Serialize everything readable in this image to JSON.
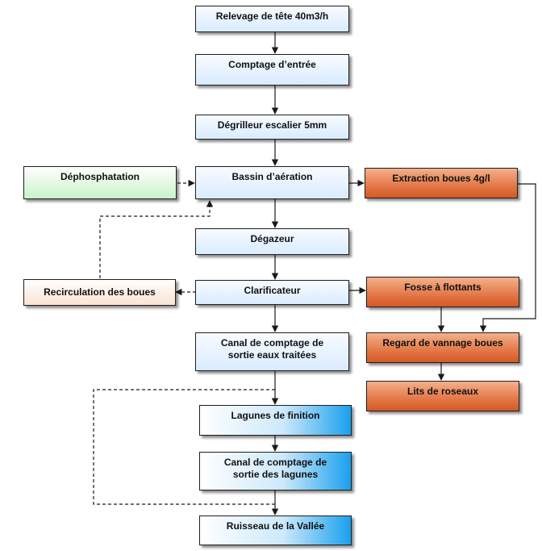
{
  "nodes": {
    "relevage": "Relevage de tête 40m3/h",
    "comptage_entree": "Comptage d’entrée",
    "degrilleur": "Dégrilleur escalier 5mm",
    "bassin": "Bassin d’aération",
    "dephosphatation": "Déphosphatation",
    "extraction": "Extraction boues 4g/l",
    "degazeur": "Dégazeur",
    "clarificateur": "Clarificateur",
    "recirculation": "Recirculation des boues",
    "fosse": "Fosse à flottants",
    "canal_sortie": "Canal de comptage de sortie eaux traitées",
    "regard": "Regard de vannage boues",
    "lits": "Lits de roseaux",
    "lagunes": "Lagunes de finition",
    "canal_lagunes": "Canal de comptage de sortie des lagunes",
    "ruisseau": "Ruisseau de la Vallée"
  },
  "colors": {
    "line": "#1a1a1a",
    "blue_box": "#d9ebff",
    "cyan_box": "#1aa0ee",
    "green_box": "#c9f2c9",
    "peach_box": "#fbe3d2",
    "orange_box": "#e06e3c"
  }
}
